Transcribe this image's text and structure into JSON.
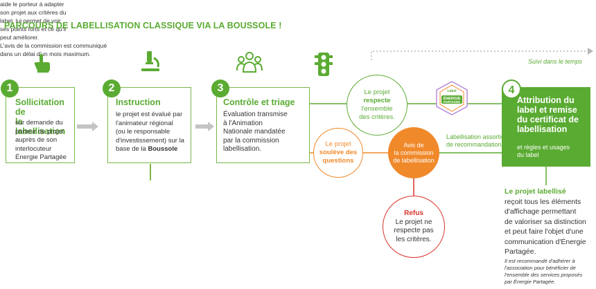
{
  "title": "PARCOURS DE LABELLISATION CLASSIQUE VIA LA BOUSSOLE !",
  "suivi": "Suivi dans le temps",
  "colors": {
    "green": "#5aab32",
    "orange": "#f0892a",
    "red": "#d9332a",
    "gray": "#b5b5b5"
  },
  "step1": {
    "number": "1",
    "icon": "hand-pointer-icon",
    "title_l1": "Sollicitation de",
    "title_l2": "la labellisation",
    "lines": [
      "sur demande du",
      "porteur de projet",
      "auprès de son",
      "interlocuteur",
      "Énergie Partagée"
    ]
  },
  "step2": {
    "number": "2",
    "icon": "microscope-icon",
    "title": "Instruction",
    "lines": [
      "le projet est évalué par",
      "l'animateur régional",
      "(ou le responsable",
      "d'investissement) sur la"
    ],
    "last_pre": "base de la ",
    "last_bold": "Boussole",
    "note": [
      "aide le porteur à adapter",
      "son projet aux critères du",
      "label, lui permet de voir",
      "ses points forts et ce qu'il",
      "peut améliorer."
    ]
  },
  "step3": {
    "number": "3",
    "icon": "group-icon",
    "title": "Contrôle et triage",
    "lines": [
      "Évaluation transmise",
      "à l'Animation",
      "Nationale mandatée",
      "par la commission",
      "labellisation."
    ]
  },
  "traffic_icon": "traffic-light-icon",
  "respecte": {
    "l1": "Le projet",
    "l2": "respecte",
    "l3": "l'ensemble",
    "l4": "des critères."
  },
  "questions": {
    "l1": "Le projet",
    "l2": "soulève des",
    "l3": "questions"
  },
  "avis": {
    "l1": "Avis de",
    "l2": "la commission",
    "l3": "de labellisation"
  },
  "refus": {
    "title": "Refus",
    "l1": "Le projet ne",
    "l2": "respecte pas",
    "l3": "les critères."
  },
  "refus_note": [
    "L'avis de la commission est communiqué",
    "dans un délai d'un mois maximum."
  ],
  "assortie": [
    "Labellisation assortie",
    "de recommandations"
  ],
  "badge": {
    "icon": "label-badge-icon",
    "top": "Label",
    "l1": "ÉNERGIE",
    "l2": "PARTAGÉE"
  },
  "step4": {
    "number": "4",
    "title": [
      "Attribution du",
      "label et remise",
      "du certificat de",
      "labellisation"
    ],
    "sub": [
      "et règles et usages",
      "du label"
    ]
  },
  "labellise": {
    "title": "Le projet labellisé",
    "lines": [
      "reçoit tous les éléments",
      "d'affichage permettant",
      "de valoriser sa distinction",
      "et peut faire l'objet d'une",
      "communication d'Énergie",
      "Partagée."
    ],
    "note": [
      "Il est recommandé d'adhérer à",
      "l'association pour bénéficier de",
      "l'ensemble des services proposés",
      "par Énergie Partagée."
    ]
  }
}
